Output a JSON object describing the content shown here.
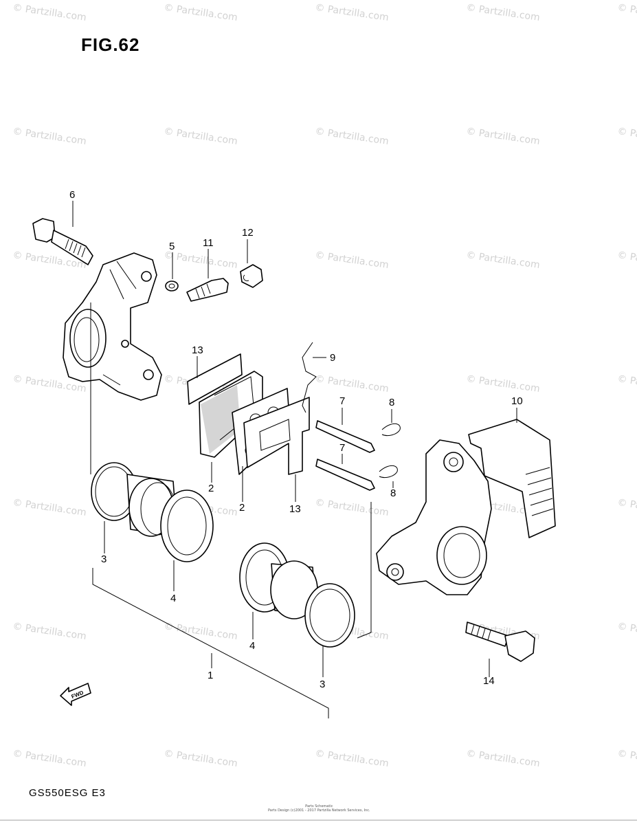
{
  "figure_title": "FIG.62",
  "model_code": "GS550ESG  E3",
  "watermark_text": "© Partzilla.com",
  "fwd_label": "FWD",
  "footer_lines": [
    "Parts Schematic",
    "Parts Design (c)2001 - 2017 Partzilla Network Services, Inc."
  ],
  "callouts": {
    "c1": "1",
    "c2a": "2",
    "c2b": "2",
    "c3a": "3",
    "c3b": "3",
    "c4a": "4",
    "c4b": "4",
    "c5": "5",
    "c6": "6",
    "c7a": "7",
    "c7b": "7",
    "c8a": "8",
    "c8b": "8",
    "c9": "9",
    "c10": "10",
    "c11": "11",
    "c12": "12",
    "c13a": "13",
    "c13b": "13",
    "c14": "14"
  },
  "colors": {
    "line": "#000000",
    "watermark": "#d2d2d2",
    "background": "#ffffff"
  }
}
